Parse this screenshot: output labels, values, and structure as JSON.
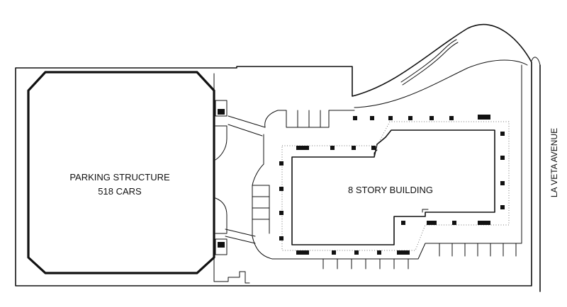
{
  "plan": {
    "parking_structure": {
      "name": "PARKING STRUCTURE",
      "capacity": "518 CARS"
    },
    "building": {
      "name": "8 STORY BUILDING"
    },
    "street": {
      "name": "LA VETA AVENUE"
    }
  }
}
